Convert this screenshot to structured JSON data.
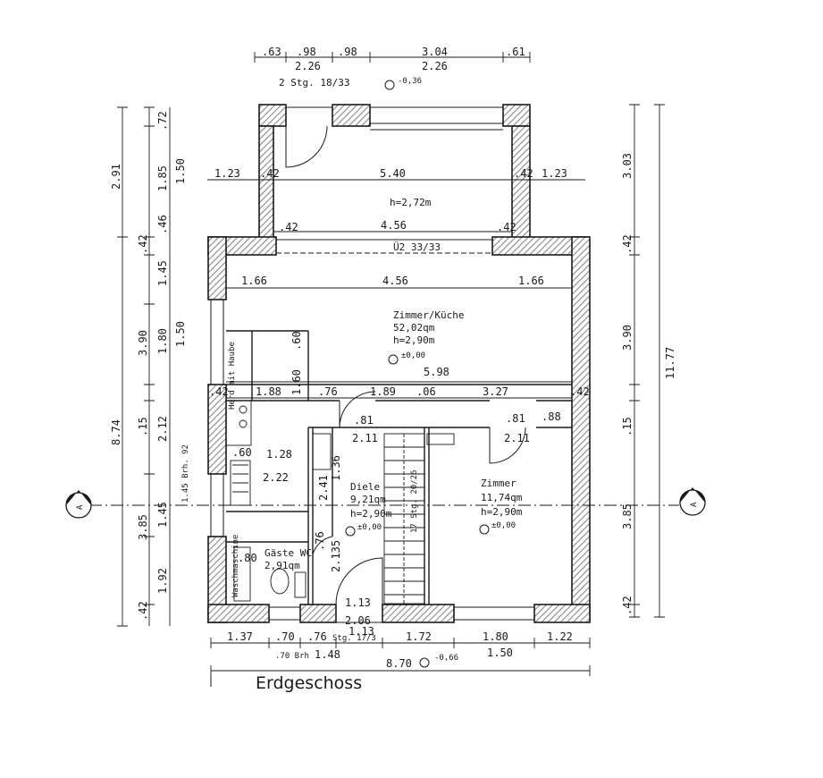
{
  "plan": {
    "title": "Erdgeschoss",
    "section_marker": "A",
    "colors": {
      "line": "#1a1a1a",
      "wall_hatch": "#9a9a9a",
      "paper": "#ffffff"
    }
  },
  "rooms": {
    "kitchen": {
      "name": "Zimmer/Küche",
      "area": "52,02qm",
      "height": "h=2,90m",
      "level": "±0,00"
    },
    "terrace_room": {
      "height": "h=2,72m"
    },
    "hall": {
      "name": "Diele",
      "area": "9,21qm",
      "height": "h=2,90m",
      "level": "±0,00"
    },
    "bedroom": {
      "name": "Zimmer",
      "area": "11,74qm",
      "height": "h=2,90m",
      "level": "±0,00"
    },
    "guest_wc": {
      "name": "Gäste WC",
      "area": "2,91qm"
    }
  },
  "labels": {
    "stair_top": "2 Stg. 18/33",
    "level_top": "-0,36",
    "stair_upper": "Ü2 33/33",
    "stair_inner": "17 Stg. 20/26",
    "stair_bottom": "Stg. 17/3",
    "level_bottom": "-0,66",
    "herd_haube": "Herd mit Haube",
    "brh_left": "1.45 Brh. 92",
    "brh_bottom": ".70 Brh",
    "sink_label": "Waschmaschine"
  },
  "dims": {
    "top_row1": [
      ".63",
      ".98",
      ".98",
      "3.04",
      ".61"
    ],
    "top_row2": [
      "2.26",
      "2.26"
    ],
    "terrace_width": "5.40",
    "terrace_inner": "4.56",
    "wall_42": ".42",
    "side_left": "1.23",
    "side_right": "1.23",
    "kitchen_row": [
      "1.66",
      "4.56",
      "1.66"
    ],
    "kitchen_598": "5.98",
    "kitchen_60": ".60",
    "kitchen_160": "1.60",
    "mid_row": [
      "1.88",
      ".76",
      "1.89",
      ".06",
      "3.27"
    ],
    "door_81": ".81",
    "door_211": "2.11",
    "door_88": ".88",
    "stair_128": "1.28",
    "stair_60": ".60",
    "stair_222": "2.22",
    "stair_241": "2.41",
    "stair_76": ".76",
    "stair_136": "1.36",
    "stair_2135": "2.135",
    "wc_80": ".80",
    "hall_113": "1.13",
    "hall_206": "2.06",
    "bottom_row1": [
      "1.37",
      ".70",
      ".76",
      "1.13",
      "1.72",
      "1.80",
      "1.22"
    ],
    "bottom_row2": [
      "1.48",
      "1.50"
    ],
    "total_width": "8.70",
    "left_outer": [
      "2.91",
      "8.74",
      "3.85",
      ".42"
    ],
    "left_mid": [
      ".72",
      "1.85",
      ".46",
      ".42",
      "1.45",
      "3.90",
      "1.80",
      ".15",
      "2.12",
      "1.45",
      "1.92"
    ],
    "left_inner": [
      "1.50",
      "1.50"
    ],
    "right_inner": [
      "3.03",
      ".42",
      "3.90",
      ".15",
      "3.85",
      ".42"
    ],
    "right_total": "11.77"
  }
}
